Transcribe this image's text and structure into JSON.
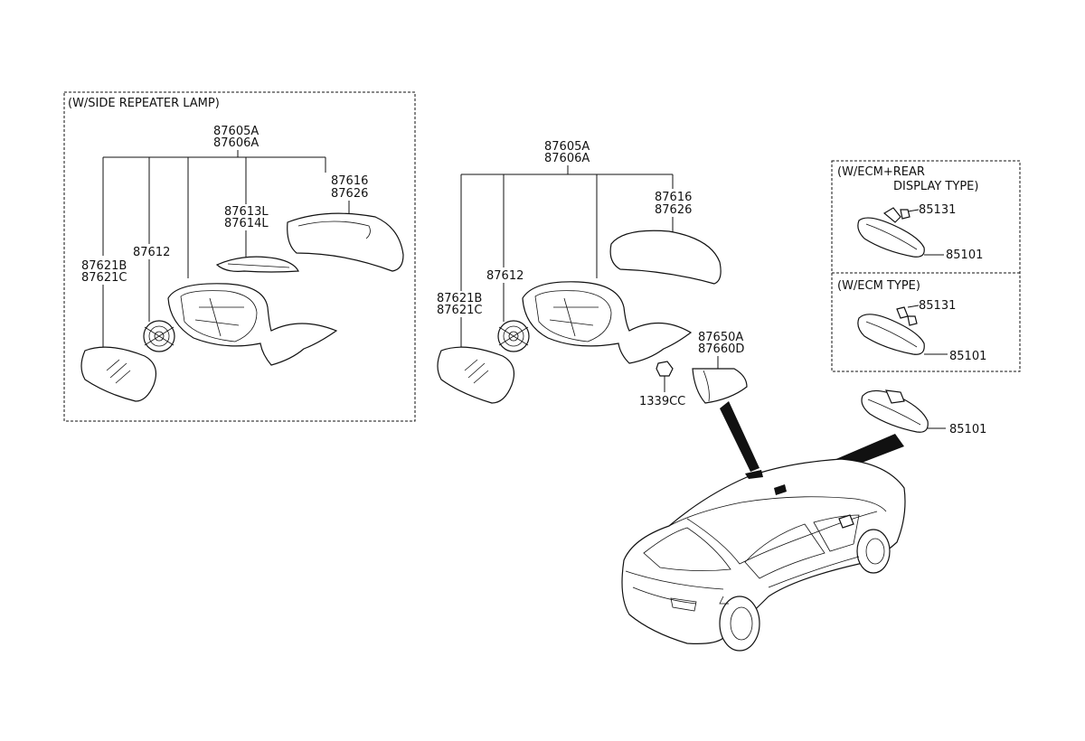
{
  "groups": {
    "side_repeater": {
      "title": "(W/SIDE REPEATER LAMP)"
    },
    "ecm_rear": {
      "title_line1": "(W/ECM+REAR",
      "title_line2": "DISPLAY TYPE)"
    },
    "ecm": {
      "title": "(W/ECM TYPE)"
    }
  },
  "labels": {
    "left_assy_1": "87605A",
    "left_assy_2": "87606A",
    "left_cover_1": "87616",
    "left_cover_2": "87626",
    "left_lamp_1": "87613L",
    "left_lamp_2": "87614L",
    "left_actuator": "87612",
    "left_glass_1": "87621B",
    "left_glass_2": "87621C",
    "mid_assy_1": "87605A",
    "mid_assy_2": "87606A",
    "mid_cover_1": "87616",
    "mid_cover_2": "87626",
    "mid_actuator": "87612",
    "mid_glass_1": "87621B",
    "mid_glass_2": "87621C",
    "trim_1": "87650A",
    "trim_2": "87660D",
    "nut": "1339CC",
    "ecm_rear_cover": "85131",
    "ecm_rear_mirror": "85101",
    "ecm_cover": "85131",
    "ecm_mirror": "85101",
    "inside_mirror": "85101"
  }
}
